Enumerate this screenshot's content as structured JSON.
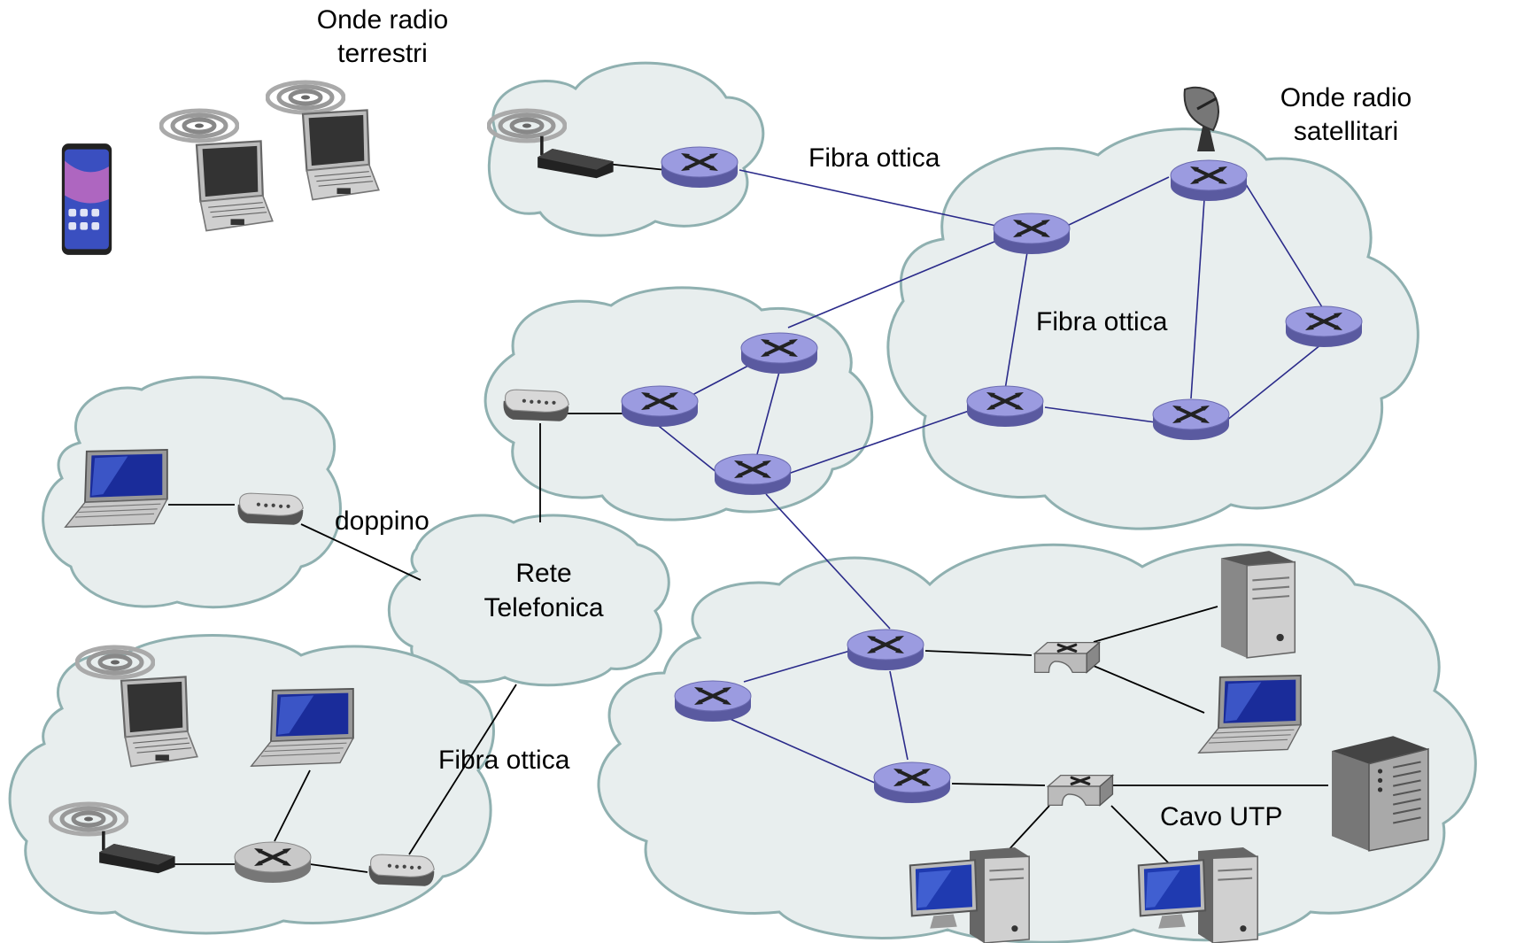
{
  "labels": {
    "terrestrial_radio": [
      "Onde radio",
      "terrestri"
    ],
    "satellite_radio": [
      "Onde radio",
      "satellitari"
    ],
    "fiber_top": "Fibra ottica",
    "fiber_core": "Fibra ottica",
    "fiber_bottom": "Fibra ottica",
    "twisted_pair": "doppino",
    "phone_network": [
      "Rete",
      "Telefonica"
    ],
    "utp_cable": "Cavo UTP"
  },
  "colors": {
    "cloud_fill": "#e8eeee",
    "cloud_stroke": "#8fb0b0",
    "router": "#8c8cd0",
    "link_blue": "#2a2a8a",
    "link_black": "#000000"
  },
  "icons": [
    "smartphone-icon",
    "laptop-icon",
    "router-icon",
    "modem-icon",
    "switch-icon",
    "server-icon",
    "desktop-pc-icon",
    "satellite-dish-icon",
    "wifi-waves-icon",
    "wireless-router-icon"
  ]
}
